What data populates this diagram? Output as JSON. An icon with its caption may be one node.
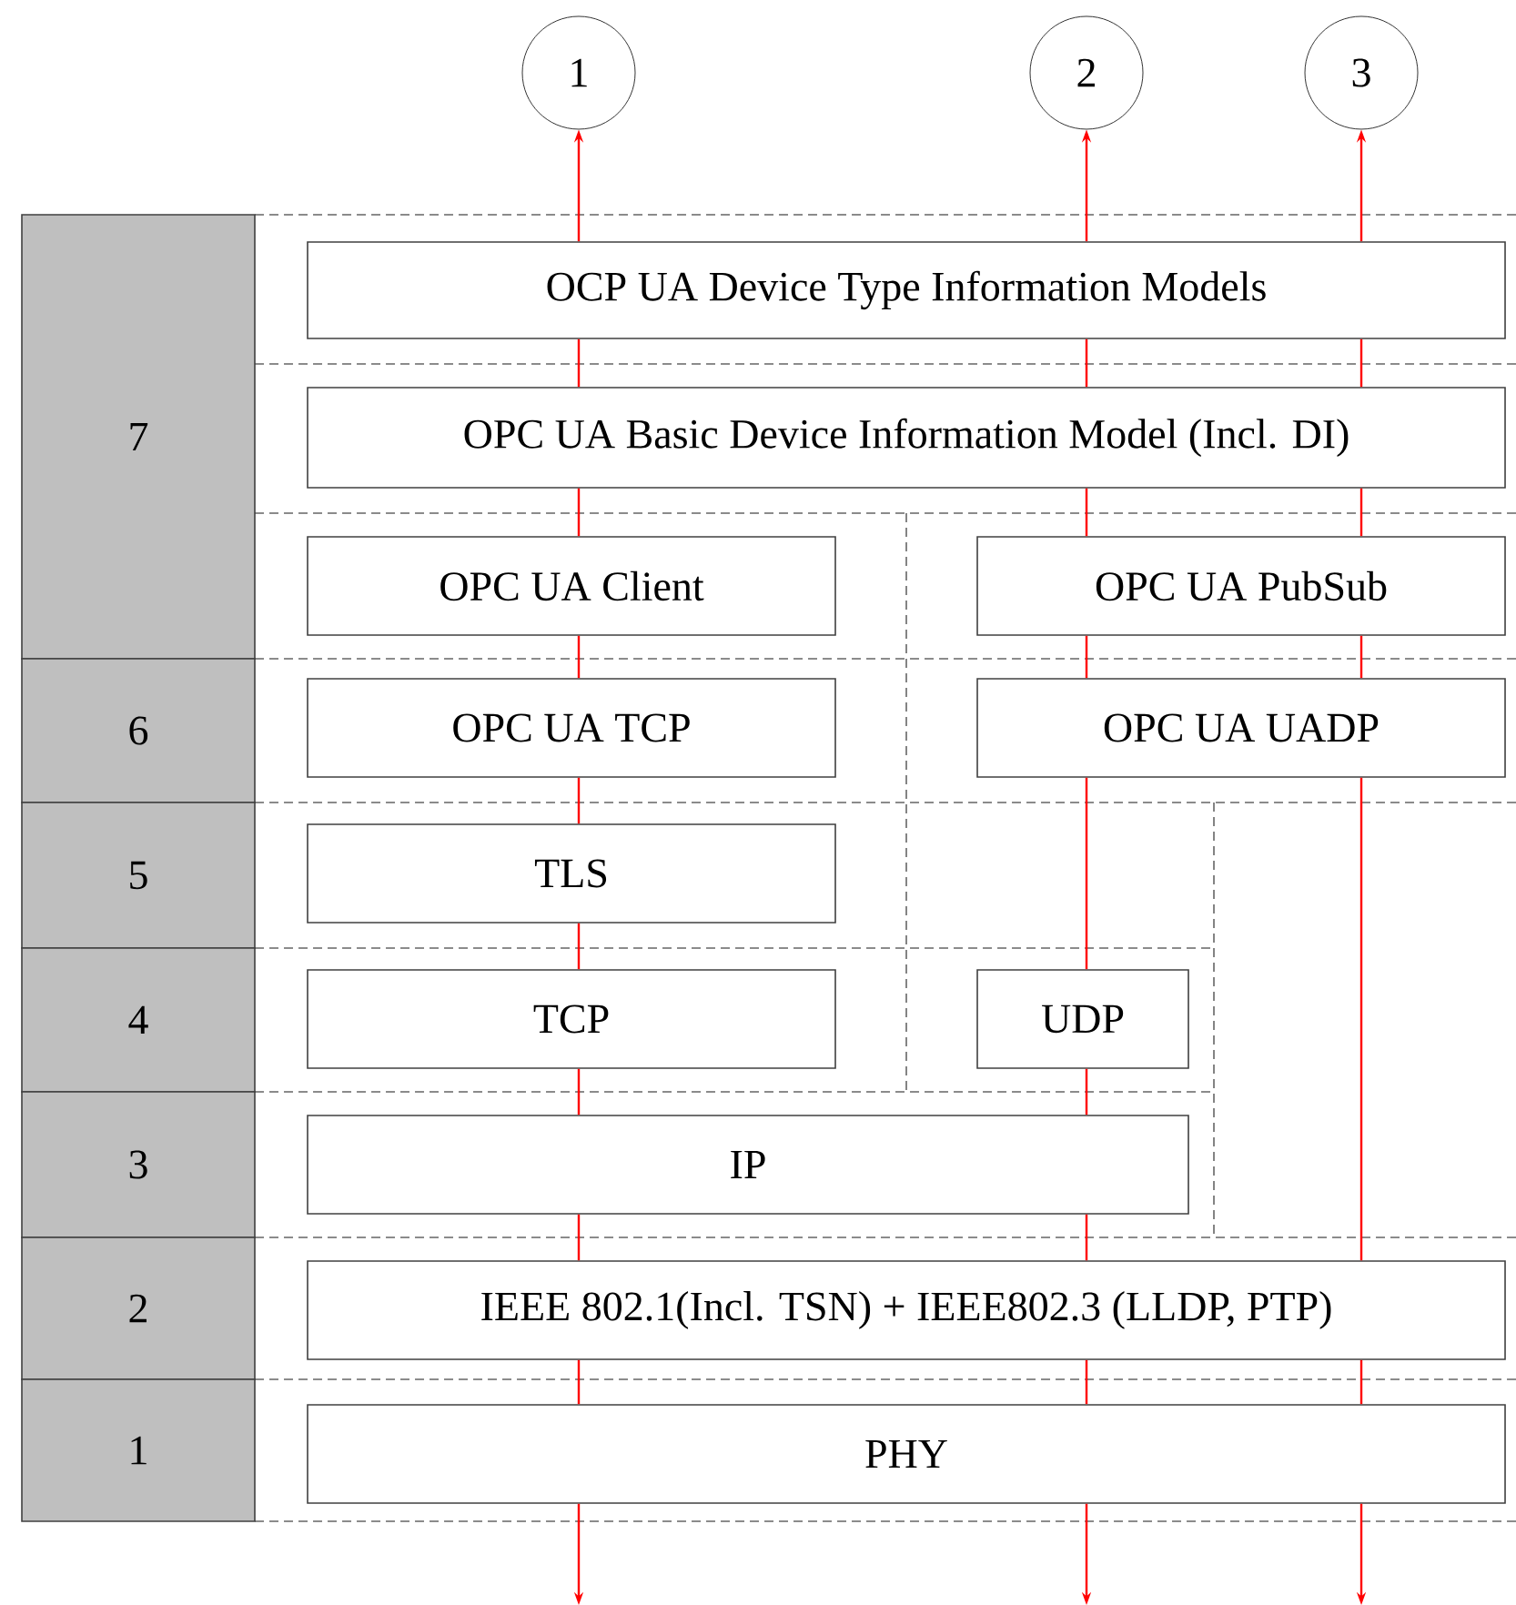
{
  "diagram": {
    "nodes": [
      {
        "text": [
          "1"
        ]
      },
      {
        "text": [
          "2"
        ]
      },
      {
        "text": [
          "3"
        ]
      },
      {
        "text": [
          "7"
        ]
      },
      {
        "text": [
          "6"
        ]
      },
      {
        "text": [
          "5"
        ]
      },
      {
        "text": [
          "4"
        ]
      },
      {
        "text": [
          "3"
        ]
      },
      {
        "text": [
          "2"
        ]
      },
      {
        "text": [
          "1"
        ]
      },
      {
        "text": [
          "OCP UA Device Type Information Models"
        ]
      },
      {
        "text": [
          "OPC UA Basic Device Information Model (Incl. DI)"
        ]
      },
      {
        "text": [
          "OPC UA Client"
        ]
      },
      {
        "text": [
          "OPC UA PubSub"
        ]
      },
      {
        "text": [
          "OPC UA TCP"
        ]
      },
      {
        "text": [
          "OPC UA UADP"
        ]
      },
      {
        "text": [
          "TLS"
        ]
      },
      {
        "text": [
          "TCP"
        ]
      },
      {
        "text": [
          "UDP"
        ]
      },
      {
        "text": [
          "IP"
        ]
      },
      {
        "text": [
          "IEEE 802.1(Incl. TSN) + IEEE802.3 (LLDP, PTP)"
        ]
      },
      {
        "text": [
          "PHY"
        ]
      }
    ],
    "edges": [
      {
        "from": 21,
        "to": null,
        "arrow": "to"
      },
      {
        "from": 21,
        "to": 20,
        "arrow": "none"
      },
      {
        "from": 20,
        "to": 19,
        "arrow": "none"
      },
      {
        "from": 19,
        "to": 17,
        "arrow": "none"
      },
      {
        "from": 17,
        "to": 16,
        "arrow": "none"
      },
      {
        "from": 16,
        "to": 14,
        "arrow": "none"
      },
      {
        "from": 14,
        "to": 12,
        "arrow": "none"
      },
      {
        "from": 12,
        "to": 11,
        "arrow": "none"
      },
      {
        "from": 11,
        "to": 10,
        "arrow": "none"
      },
      {
        "from": 10,
        "to": 0,
        "arrow": "to"
      },
      {
        "from": 21,
        "to": null,
        "arrow": "to"
      },
      {
        "from": 21,
        "to": 20,
        "arrow": "none"
      },
      {
        "from": 20,
        "to": 19,
        "arrow": "none"
      },
      {
        "from": 19,
        "to": 18,
        "arrow": "none"
      },
      {
        "from": 18,
        "to": 15,
        "arrow": "none"
      },
      {
        "from": 15,
        "to": 13,
        "arrow": "none"
      },
      {
        "from": 13,
        "to": 11,
        "arrow": "none"
      },
      {
        "from": 11,
        "to": 10,
        "arrow": "none"
      },
      {
        "from": 10,
        "to": 1,
        "arrow": "to"
      },
      {
        "from": 21,
        "to": null,
        "arrow": "to"
      },
      {
        "from": 21,
        "to": 20,
        "arrow": "none"
      },
      {
        "from": 20,
        "to": 15,
        "arrow": "none"
      },
      {
        "from": 15,
        "to": 13,
        "arrow": "none"
      },
      {
        "from": 13,
        "to": 11,
        "arrow": "none"
      },
      {
        "from": 11,
        "to": 10,
        "arrow": "none"
      },
      {
        "from": 10,
        "to": 2,
        "arrow": "to"
      }
    ]
  }
}
